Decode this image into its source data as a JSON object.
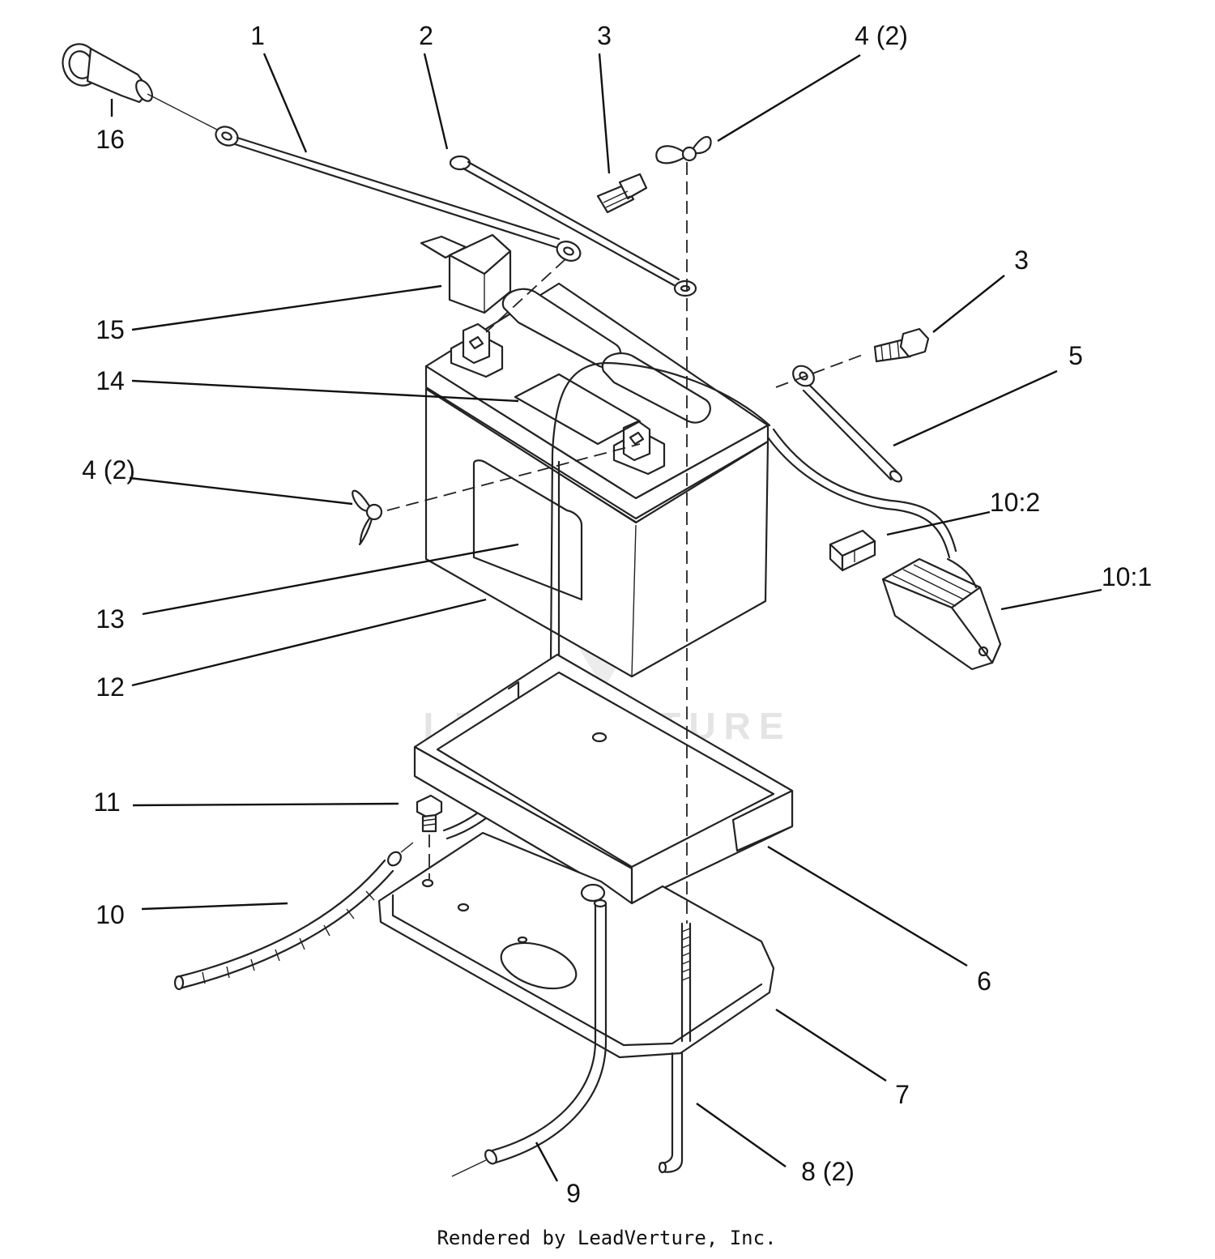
{
  "callouts": [
    {
      "id": "1",
      "text": "1"
    },
    {
      "id": "2",
      "text": "2"
    },
    {
      "id": "3a",
      "text": "3"
    },
    {
      "id": "4a",
      "text": "4 (2)"
    },
    {
      "id": "16",
      "text": "16"
    },
    {
      "id": "3b",
      "text": "3"
    },
    {
      "id": "15",
      "text": "15"
    },
    {
      "id": "5",
      "text": "5"
    },
    {
      "id": "14",
      "text": "14"
    },
    {
      "id": "4b",
      "text": "4 (2)"
    },
    {
      "id": "10_2",
      "text": "10:2"
    },
    {
      "id": "10_1",
      "text": "10:1"
    },
    {
      "id": "13",
      "text": "13"
    },
    {
      "id": "12",
      "text": "12"
    },
    {
      "id": "11",
      "text": "11"
    },
    {
      "id": "10",
      "text": "10"
    },
    {
      "id": "6",
      "text": "6"
    },
    {
      "id": "7",
      "text": "7"
    },
    {
      "id": "8",
      "text": "8 (2)"
    },
    {
      "id": "9",
      "text": "9"
    }
  ],
  "watermark": "LEADVENTURE",
  "footer": "Rendered by LeadVerture, Inc."
}
